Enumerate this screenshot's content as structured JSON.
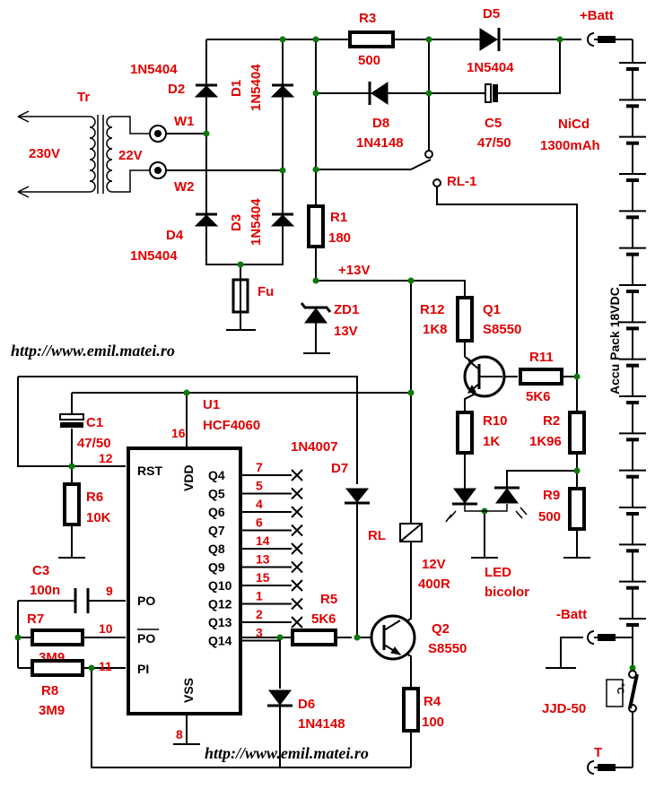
{
  "watermark": "http://www.emil.matei.ro",
  "transformer": {
    "ref": "Tr",
    "primary": "230V",
    "secondary": "22V",
    "terminals": [
      "W1",
      "W2"
    ]
  },
  "diodes": {
    "D1": {
      "ref": "D1",
      "part": "1N5404"
    },
    "D2": {
      "ref": "D2",
      "part": "1N5404"
    },
    "D3": {
      "ref": "D3",
      "part": "1N5404"
    },
    "D4": {
      "ref": "D4",
      "part": "1N5404"
    },
    "D5": {
      "ref": "D5",
      "part": "1N5404"
    },
    "D6": {
      "ref": "D6",
      "part": "1N4148"
    },
    "D7": {
      "ref": "D7",
      "part": "1N4007"
    },
    "D8": {
      "ref": "D8",
      "part": "1N4148"
    }
  },
  "fuse": {
    "ref": "Fu"
  },
  "resistors": {
    "R1": {
      "ref": "R1",
      "value": "180"
    },
    "R2": {
      "ref": "R2",
      "value": "1K96"
    },
    "R3": {
      "ref": "R3",
      "value": "500"
    },
    "R4": {
      "ref": "R4",
      "value": "100"
    },
    "R5": {
      "ref": "R5",
      "value": "5K6"
    },
    "R6": {
      "ref": "R6",
      "value": "10K"
    },
    "R7": {
      "ref": "R7",
      "value": "3M9"
    },
    "R8": {
      "ref": "R8",
      "value": "3M9"
    },
    "R9": {
      "ref": "R9",
      "value": "500"
    },
    "R10": {
      "ref": "R10",
      "value": "1K"
    },
    "R11": {
      "ref": "R11",
      "value": "5K6"
    },
    "R12": {
      "ref": "R12",
      "value": "1K8"
    }
  },
  "capacitors": {
    "C1": {
      "ref": "C1",
      "value": "47/50"
    },
    "C3": {
      "ref": "C3",
      "value": "100n"
    },
    "C5": {
      "ref": "C5",
      "value": "47/50"
    }
  },
  "zener": {
    "ref": "ZD1",
    "value": "13V"
  },
  "supply_label": "+13V",
  "transistors": {
    "Q1": {
      "ref": "Q1",
      "part": "S8550"
    },
    "Q2": {
      "ref": "Q2",
      "part": "S8550"
    }
  },
  "relay": {
    "ref": "RL",
    "voltage": "12V",
    "coil": "400R",
    "contact": "RL-1"
  },
  "led": {
    "line1": "LED",
    "line2": "bicolor"
  },
  "battery": {
    "pos": "+Batt",
    "neg": "-Batt",
    "chem": "NiCd",
    "capacity": "1300mAh",
    "pack": "Accu Pack 18VDC",
    "thermal": "T"
  },
  "thermostat": {
    "ref": "JJD-50",
    "mark": "°C"
  },
  "ic": {
    "ref": "U1",
    "part": "HCF4060",
    "vdd_pin": "16",
    "vss_pin": "8",
    "left_pins": [
      {
        "name": "RST",
        "num": "12"
      },
      {
        "name": "PO",
        "num": "9"
      },
      {
        "name": "PO",
        "num": "10"
      },
      {
        "name": "PI",
        "num": "11"
      }
    ],
    "right_pins": [
      {
        "name": "Q4",
        "num": "7"
      },
      {
        "name": "Q5",
        "num": "5"
      },
      {
        "name": "Q6",
        "num": "4"
      },
      {
        "name": "Q7",
        "num": "6"
      },
      {
        "name": "Q8",
        "num": "14"
      },
      {
        "name": "Q9",
        "num": "13"
      },
      {
        "name": "Q10",
        "num": "15"
      },
      {
        "name": "Q12",
        "num": "1"
      },
      {
        "name": "Q13",
        "num": "2"
      },
      {
        "name": "Q14",
        "num": "3"
      }
    ],
    "vdd": "VDD",
    "vss": "VSS"
  }
}
